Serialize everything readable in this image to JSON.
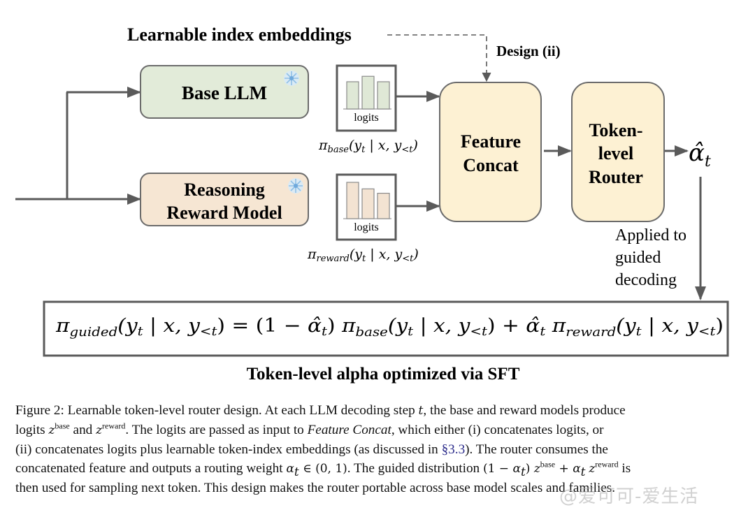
{
  "figure": {
    "top_label": "Learnable index embeddings",
    "design_label": "Design (ii)",
    "base_model": {
      "label": "Base LLM",
      "icon": "snowflake-icon",
      "frozen": true,
      "fill": "#e2ebd9",
      "bar_fill": "#dfe8d6"
    },
    "reward_model": {
      "label_line1": "Reasoning",
      "label_line2": "Reward Model",
      "icon": "snowflake-icon",
      "frozen": true,
      "fill": "#f6e6d3",
      "bar_fill": "#f3e3d2"
    },
    "logits_base": {
      "label": "logits",
      "bar_relative_heights": [
        0.75,
        0.9,
        0.75
      ],
      "formula_pi": "π",
      "formula_sub": "base",
      "formula_rest": "(y",
      "formula_t": "t",
      "formula_cond": " | x, y",
      "formula_lt": "<t",
      "formula_close": ")"
    },
    "logits_reward": {
      "label": "logits",
      "bar_relative_heights": [
        1.0,
        0.82,
        0.7
      ],
      "formula_pi": "π",
      "formula_sub": "reward",
      "formula_rest": "(y",
      "formula_t": "t",
      "formula_cond": " | x, y",
      "formula_lt": "<t",
      "formula_close": ")"
    },
    "feature_concat": {
      "line1": "Feature",
      "line2": "Concat",
      "fill": "#fdf1d3"
    },
    "router": {
      "line1": "Token-",
      "line2": "level",
      "line3": "Router",
      "fill": "#fdf1d3"
    },
    "alpha_output": {
      "symbol": "α̂",
      "sub": "t"
    },
    "applied_note": {
      "line1": "Applied to",
      "line2": "guided",
      "line3": "decoding"
    },
    "equation": {
      "lhs_pi": "π",
      "lhs_sub": "guided",
      "lhs_args": "(y",
      "t": "t",
      "cond": " | x, y",
      "lt": "<t",
      "eq": ") = (1 − ",
      "alpha": "α̂",
      "after_alpha": ") ",
      "base_sub": "base",
      "plus": ") + ",
      "reward_sub": "reward",
      "close": ")"
    },
    "bottom_label": "Token-level alpha optimized via SFT",
    "line_color": "#5a5a5a"
  },
  "caption": {
    "line1_a": "Figure 2: Learnable token-level router design. At each LLM decoding step ",
    "line1_t": "t",
    "line1_b": ", the base and reward models produce",
    "line2_a": "logits ",
    "z": "z",
    "sub_t": "t",
    "sup_base": "base",
    "line2_and": " and ",
    "sup_reward": "reward",
    "line2_b": ". The logits are passed as input to ",
    "line2_italic": "Feature Concat",
    "line2_c": ", which either (i) concatenates logits, or",
    "line3_a": "(ii) concatenates logits plus learnable token-index embeddings (as discussed in ",
    "line3_ref": "§3.3",
    "line3_b": "). The router consumes the",
    "line4_a": "concatenated feature and outputs a routing weight ",
    "alpha": "α",
    "line4_in": " ∈ (0, 1)",
    "line4_b": ". The guided distribution ",
    "line4_paren": "(1 − ",
    "line4_paren_close": ") ",
    "line4_plus": " + ",
    "line4_is": " is",
    "line5": "then used for sampling next token. This design makes the router portable across base model scales and families."
  },
  "watermark": "@爱可可-爱生活"
}
